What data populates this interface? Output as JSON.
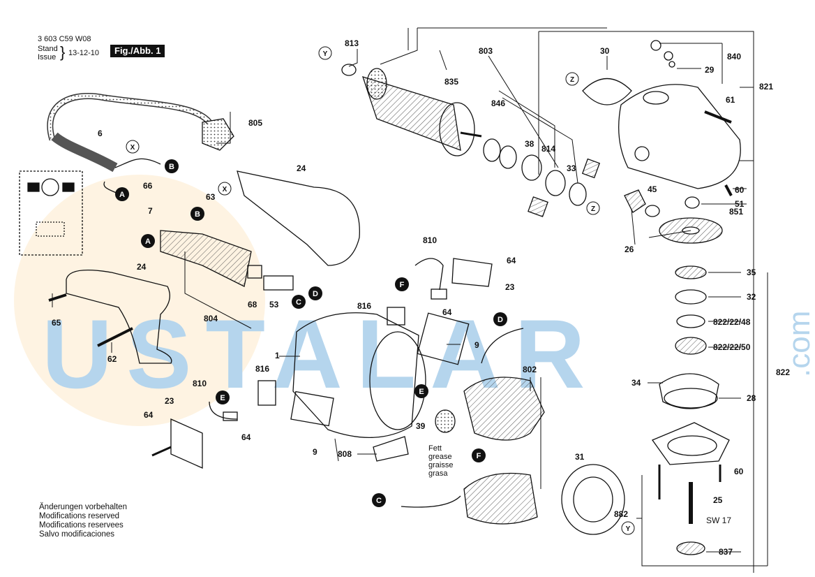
{
  "header": {
    "doc_number": "3 603 C59 W08",
    "stand_label": "Stand",
    "issue_label": "Issue",
    "date": "13-12-10",
    "figure_label": "Fig./Abb. 1"
  },
  "watermark": {
    "text": "USTALAR",
    "suffix": ".com",
    "color": "#3b8fd0",
    "sun_color": "#f5a623"
  },
  "part_numbers": [
    "813",
    "803",
    "835",
    "30",
    "840",
    "29",
    "821",
    "805",
    "846",
    "38",
    "814",
    "33",
    "61",
    "6",
    "24",
    "66",
    "63",
    "60",
    "51",
    "851",
    "45",
    "7",
    "26",
    "35",
    "810",
    "64",
    "23",
    "32",
    "816",
    "822/22/48",
    "822/22/50",
    "1",
    "802",
    "822",
    "34",
    "28",
    "65",
    "62",
    "68",
    "53",
    "804",
    "9",
    "39",
    "808",
    "31",
    "60",
    "25",
    "SW 17",
    "882",
    "837"
  ],
  "callout_letters": [
    "A",
    "B",
    "C",
    "D",
    "E",
    "F",
    "X",
    "Y",
    "Z"
  ],
  "grease_note": [
    "Fett",
    "grease",
    "graisse",
    "grasa"
  ],
  "footer": [
    "Änderungen vorbehalten",
    "Modifications reserved",
    "Modifications reservees",
    "Salvo modificaciones"
  ],
  "colors": {
    "ink": "#111111",
    "callout_fill": "#111111",
    "watermark": "#3b8fd0"
  }
}
